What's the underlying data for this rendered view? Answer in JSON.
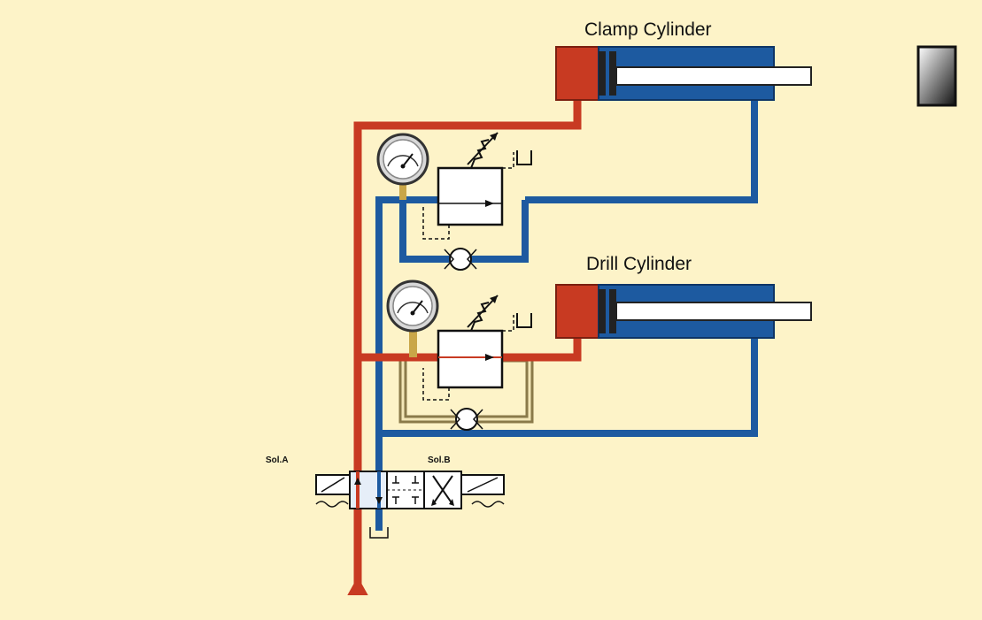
{
  "labels": {
    "clamp_cylinder": "Clamp Cylinder",
    "drill_cylinder": "Drill Cylinder",
    "solenoid_a": "Sol.A",
    "solenoid_b": "Sol.B"
  },
  "colors": {
    "background": "#fdf3c8",
    "pressure_line": "#c83a22",
    "return_line": "#1d5aa0",
    "pilot_line": "#8a7a4a",
    "component_fill": "#ffffff",
    "outline": "#222222"
  },
  "icons": [
    "pressure-gauge-icon",
    "spring-icon",
    "tank-icon",
    "check-valve-icon",
    "pump-icon",
    "indicator-block-icon"
  ]
}
